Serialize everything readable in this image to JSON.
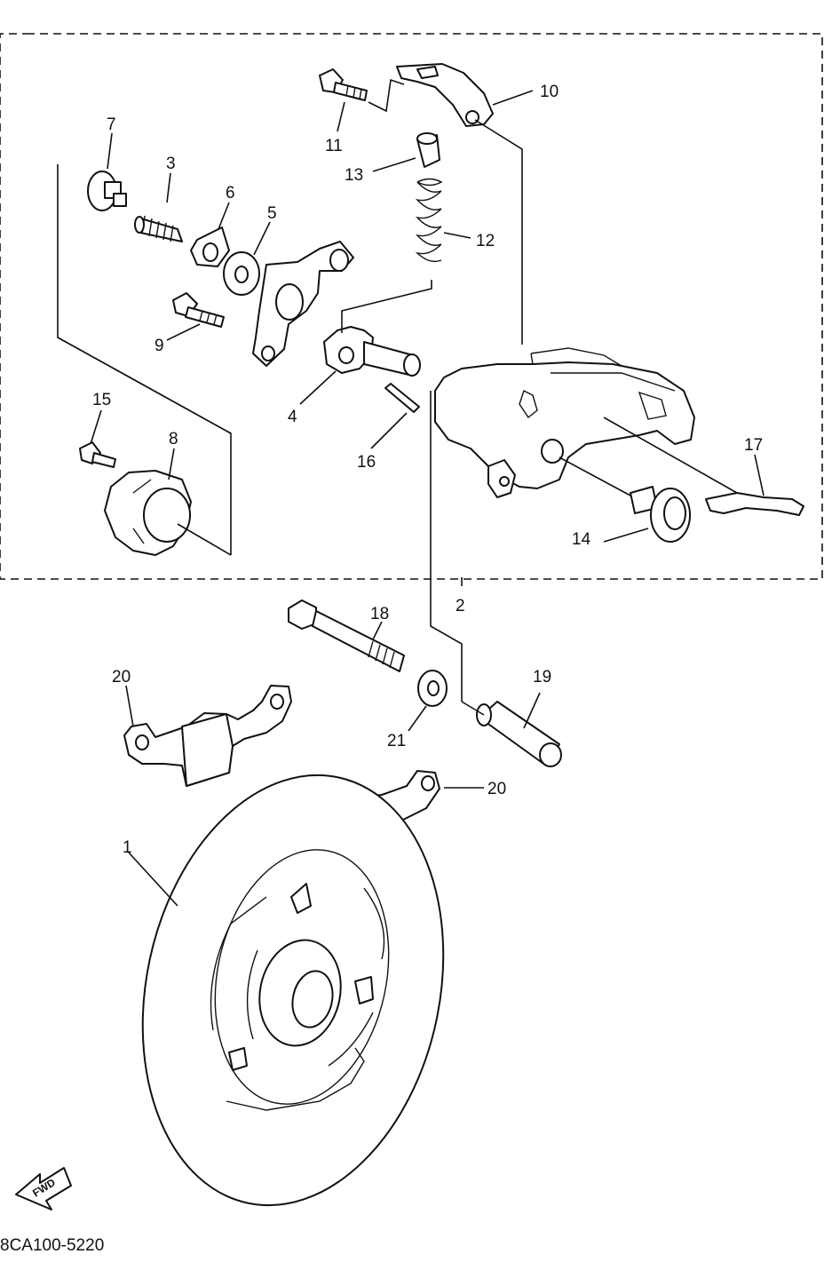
{
  "diagram_code": "8CA100-5220",
  "fwd_label": "FWD",
  "callouts": {
    "p1": "1",
    "p2": "2",
    "p3": "3",
    "p4": "4",
    "p5": "5",
    "p6": "6",
    "p7": "7",
    "p8": "8",
    "p9": "9",
    "p10": "10",
    "p11": "11",
    "p12": "12",
    "p13": "13",
    "p14": "14",
    "p15": "15",
    "p16": "16",
    "p17": "17",
    "p18": "18",
    "p19": "19",
    "p20a": "20",
    "p20b": "20",
    "p21": "21"
  }
}
